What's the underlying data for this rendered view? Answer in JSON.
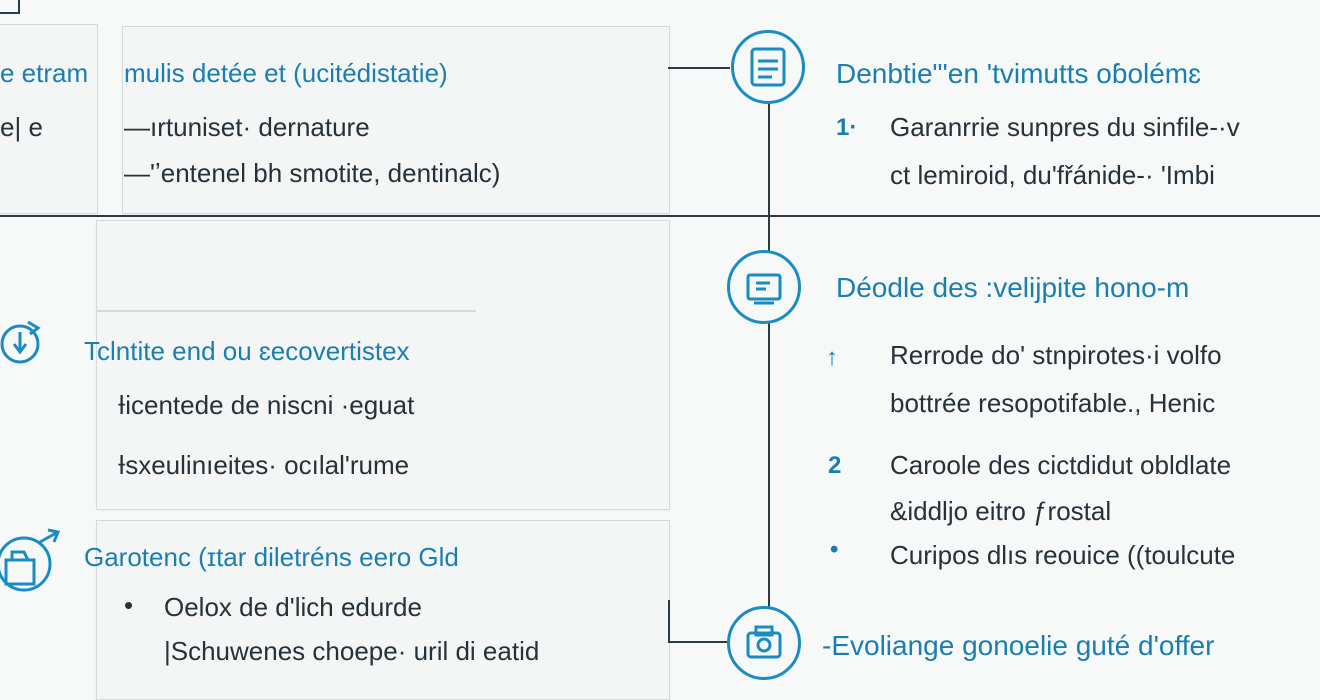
{
  "colors": {
    "accent": "#1a7fb0",
    "text": "#26323a",
    "line": "#2b3a44",
    "border": "#d6dadc"
  },
  "left_panel": {
    "top_partial": {
      "title": "e etram",
      "line1": "e| e"
    },
    "box_top": {
      "title": "mulis detée et (ucitédistatie)",
      "items": [
        "—ırtuniset· dernature",
        "—'ʼentenel bh smotite, dentinalc)"
      ]
    },
    "box_mid": {
      "icon": "refresh-clock-icon",
      "title": "Tclntite end ou ɛecovertistex",
      "items": [
        "Ɨicentede de niscni ·eguat",
        "Ɨsxeulinıeites· ocılal'rume"
      ]
    },
    "box_bottom": {
      "icon": "folder-arrow-icon",
      "title": "Garotenc (ɪtar diletréns eero Gld",
      "items": [
        "Oelox de d'lich edurde",
        "|Schuwenes choepe· uril di eatid"
      ],
      "bullet": "•"
    }
  },
  "timeline": {
    "nodes": [
      {
        "icon": "document-icon",
        "title": "Denbtie\"'en 'tvimutts oɓolémɛ",
        "marker": "1·",
        "lines": [
          "Garanrrie sunpres du sinfile-·v",
          "ct lemiroid, du'fřánide-· 'Imbi"
        ]
      },
      {
        "icon": "screen-icon",
        "title": "Déodle des :velijpite hono-m",
        "items": [
          {
            "marker": "↑",
            "lines": [
              "Rerrode do' stnpirotes·i volfo",
              "bottrée  resopotifable., Henic"
            ]
          },
          {
            "marker": "2",
            "lines": [
              "Caroole des cictdidut obldlate",
              "&iddljo eitro ƒrostal"
            ]
          },
          {
            "marker": "•",
            "lines": [
              "Curipos dlıs reouice ((toulcute"
            ]
          }
        ]
      },
      {
        "icon": "camera-icon",
        "title": "-Evoliange gonoelie guté d'offer"
      }
    ]
  }
}
